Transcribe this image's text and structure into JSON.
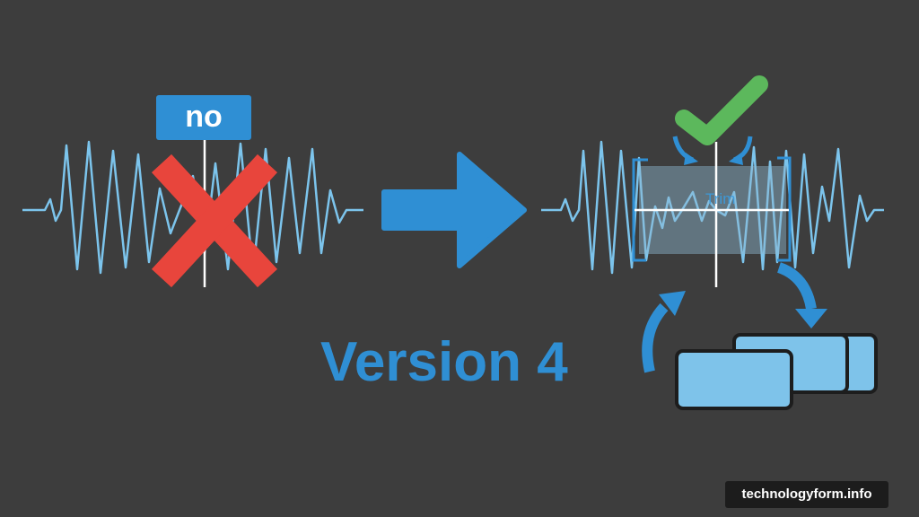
{
  "left_panel": {
    "label": "no"
  },
  "right_panel": {
    "label": "Trim"
  },
  "caption": "Version 4",
  "watermark": "technologyform.info",
  "colors": {
    "background": "#3d3d3d",
    "wave": "#7cc4ec",
    "accent_blue": "#2f8fd4",
    "cross_red": "#e8453c",
    "check_green": "#5cb85c",
    "card_fill": "#7ec3ea"
  }
}
